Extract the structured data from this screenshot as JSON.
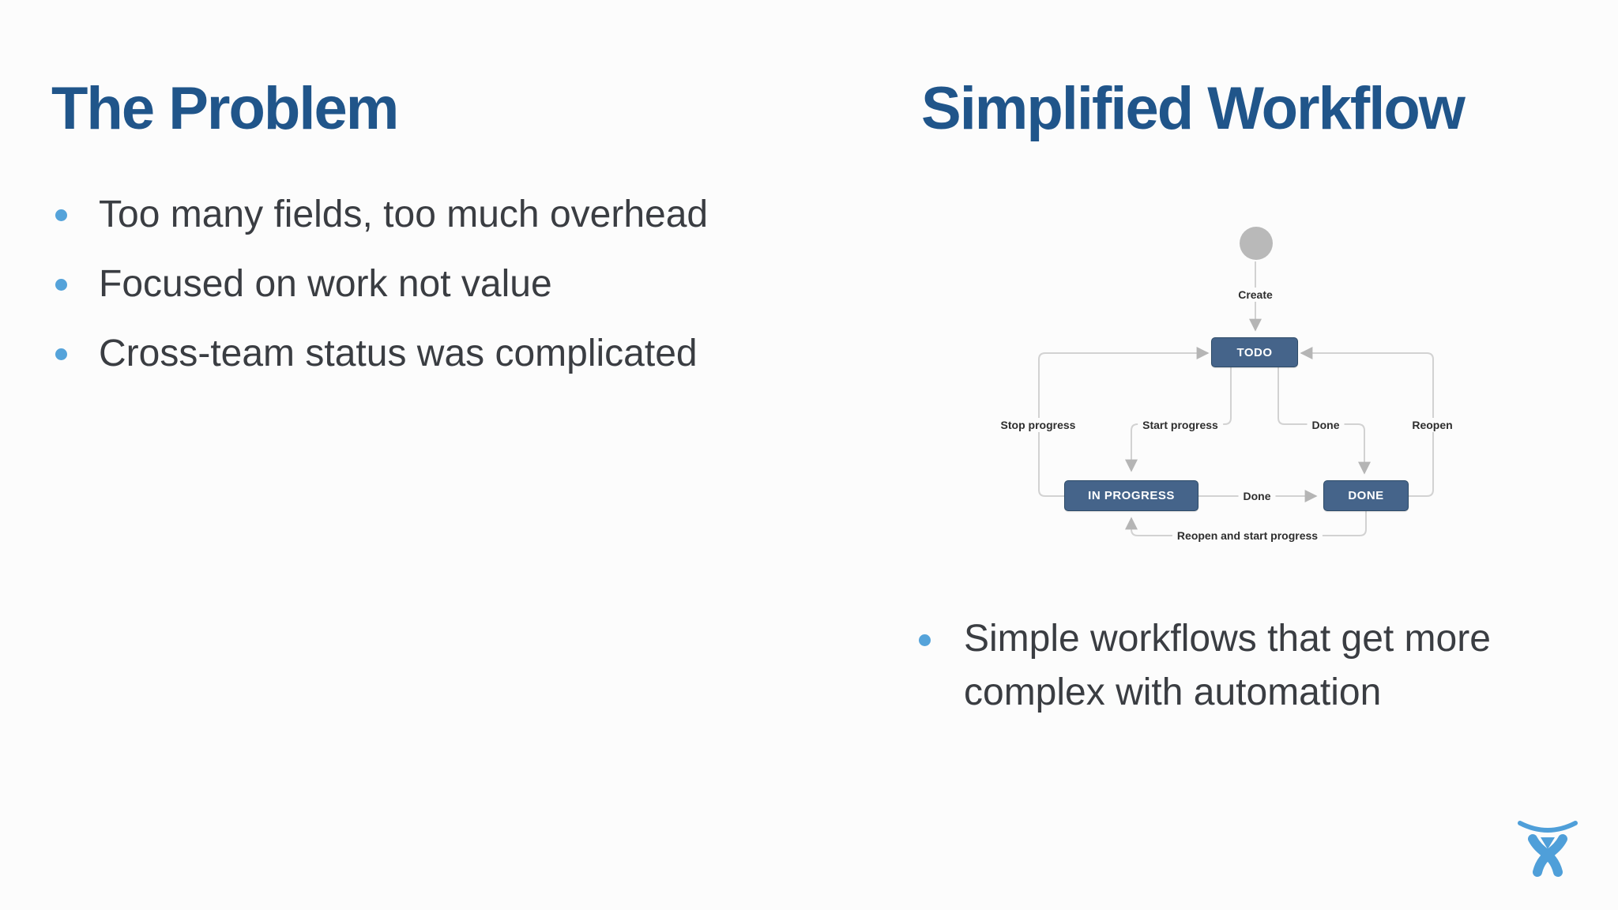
{
  "left": {
    "title": "The Problem",
    "bullets": [
      "Too many fields, too much overhead",
      "Focused on work not value",
      "Cross-team status was complicated"
    ]
  },
  "right": {
    "title": "Simplified Workflow",
    "bullet_lines": [
      "Simple workflows that get more",
      "complex with automation"
    ]
  },
  "diagram": {
    "type": "workflow-state-diagram",
    "start_node": "circle",
    "nodes": {
      "todo": "TODO",
      "in_progress": "IN PROGRESS",
      "done": "DONE"
    },
    "edge_labels": {
      "create": "Create",
      "stop_progress": "Stop progress",
      "start_progress": "Start progress",
      "done_upper": "Done",
      "done_mid": "Done",
      "reopen": "Reopen",
      "reopen_start": "Reopen and start progress"
    },
    "edges": [
      {
        "from": "start-circle",
        "to": "TODO",
        "label": "Create"
      },
      {
        "from": "IN PROGRESS",
        "to": "TODO",
        "label": "Stop progress"
      },
      {
        "from": "TODO",
        "to": "IN PROGRESS",
        "label": "Start progress"
      },
      {
        "from": "TODO",
        "to": "DONE",
        "label": "Done"
      },
      {
        "from": "IN PROGRESS",
        "to": "DONE",
        "label": "Done"
      },
      {
        "from": "DONE",
        "to": "TODO",
        "label": "Reopen"
      },
      {
        "from": "DONE",
        "to": "IN PROGRESS",
        "label": "Reopen and start progress"
      }
    ]
  },
  "colors": {
    "heading_blue": "#20558a",
    "body_text": "#3a3d42",
    "bullet_dot": "#55a3da",
    "node_fill": "#45648a",
    "node_border": "#2d4b68",
    "wire_gray": "#d2d2d2",
    "arrow_gray": "#b5b5b5",
    "start_circle_gray": "#b9b9b9",
    "logo_blue": "#4f9fd9",
    "background": "#fcfcfc"
  },
  "logo": {
    "name": "atlassian-logo"
  }
}
